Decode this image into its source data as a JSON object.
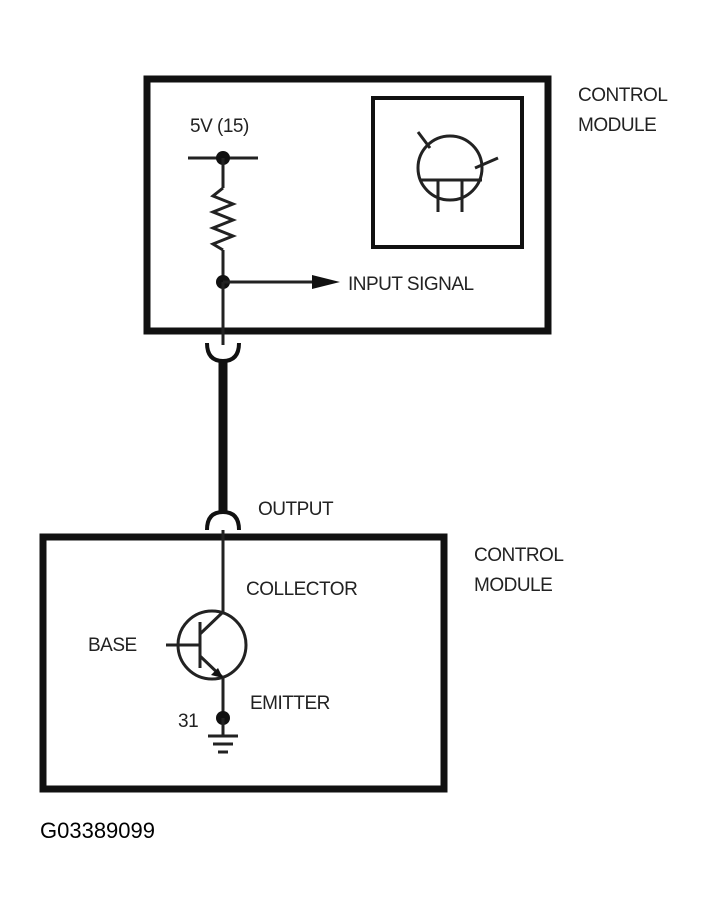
{
  "upper_module": {
    "title_line1": "CONTROL",
    "title_line2": "MODULE",
    "supply_label": "5V (15)",
    "input_signal_label": "INPUT SIGNAL"
  },
  "connection": {
    "output_label": "OUTPUT"
  },
  "lower_module": {
    "title_line1": "CONTROL",
    "title_line2": "MODULE",
    "collector_label": "COLLECTOR",
    "base_label": "BASE",
    "emitter_label": "EMITTER",
    "ground_label": "31"
  },
  "figure_id": "G03389099"
}
